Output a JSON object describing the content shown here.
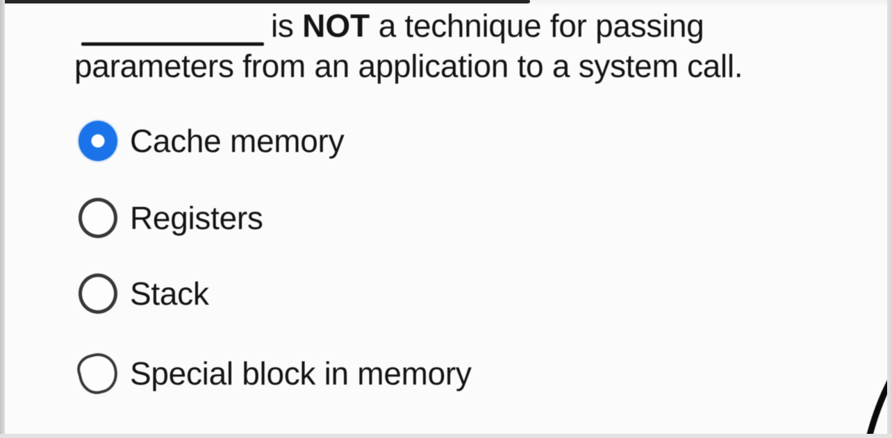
{
  "question": {
    "part_is": "is ",
    "part_not": "NOT",
    "part_rest": " a technique for passing",
    "line2": "parameters from an application to a system call."
  },
  "options": [
    {
      "label": "Cache memory",
      "selected": true
    },
    {
      "label": "Registers",
      "selected": false
    },
    {
      "label": "Stack",
      "selected": false
    },
    {
      "label": "Special block in memory",
      "selected": false
    }
  ],
  "colors": {
    "selected_radio": "#1a73e8",
    "radio_ring": "#383838",
    "text": "#141414"
  }
}
